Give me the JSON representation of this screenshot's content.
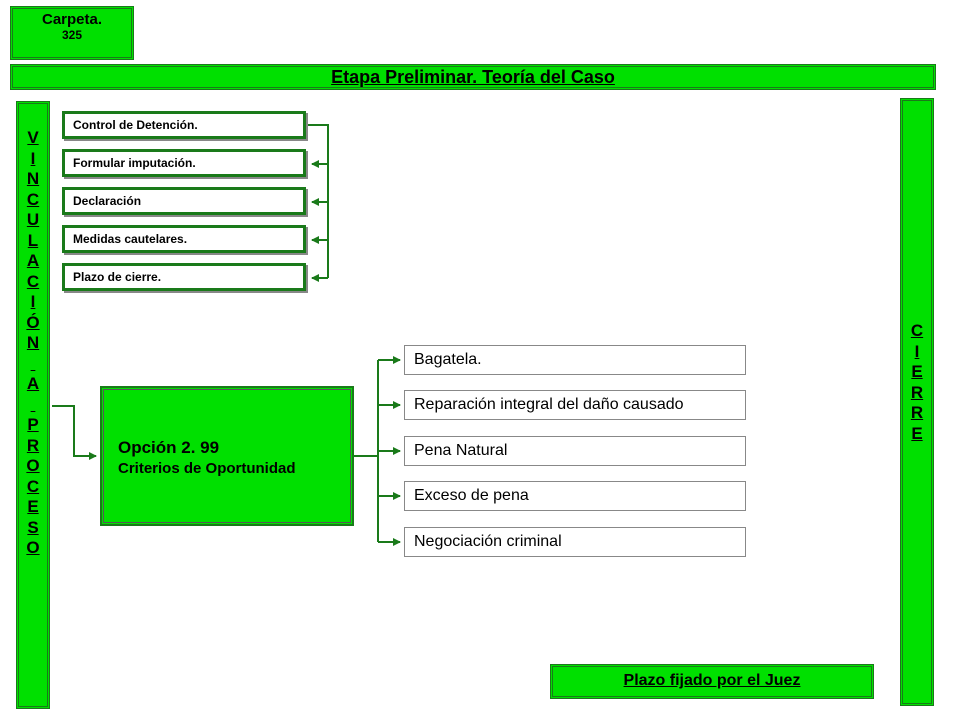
{
  "folder": {
    "label": "Carpeta.",
    "number": "325"
  },
  "title": "Etapa Preliminar.  Teoría del Caso",
  "vinculacion": [
    "V",
    "I",
    "N",
    "C",
    "U",
    "L",
    "A",
    "C",
    "I",
    "Ó",
    "N",
    "",
    "A",
    "",
    "P",
    "R",
    "O",
    "C",
    "E",
    "S",
    "O"
  ],
  "cierre": [
    "C",
    "I",
    "E",
    "R",
    "R",
    "E"
  ],
  "steps": [
    "Control de Detención.",
    "Formular imputación.",
    "Declaración",
    "Medidas cautelares.",
    "Plazo de cierre."
  ],
  "option": {
    "title": "Opción 2. 99",
    "subtitle": "Criterios de Oportunidad"
  },
  "criteria": [
    "Bagatela.",
    "Reparación integral del daño causado",
    "Pena Natural",
    "Exceso de pena",
    "Negociación criminal"
  ],
  "deadline": "Plazo fijado por el Juez",
  "colors": {
    "box_green": "#00e000",
    "line_green": "#1a7a1a"
  }
}
